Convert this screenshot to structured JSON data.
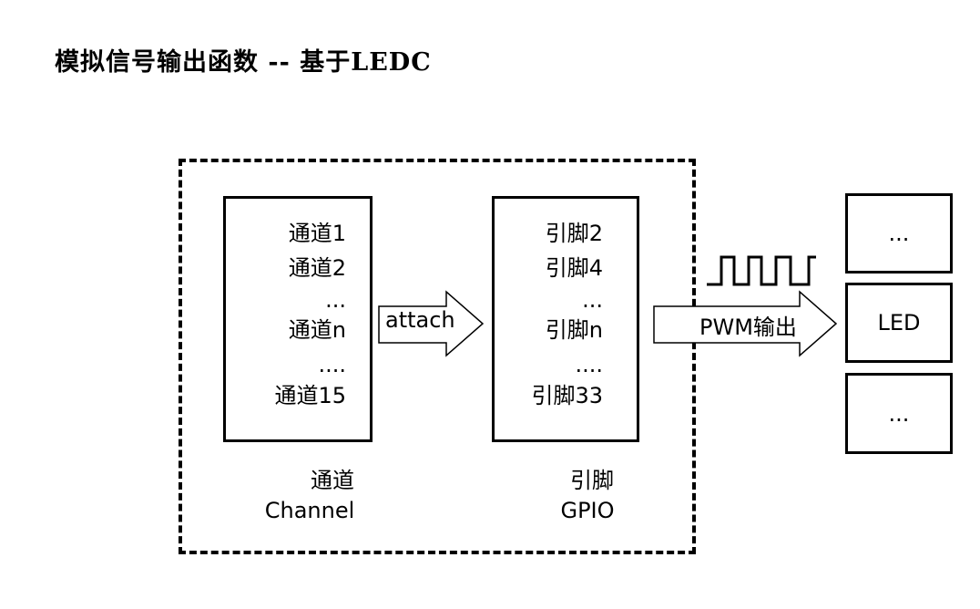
{
  "title": "模拟信号输出函数 -- 基于LEDC",
  "channel_box": {
    "lines": [
      "通道1",
      "通道2",
      "...",
      "通道n",
      "....",
      "通道15"
    ],
    "label_cn": "通道",
    "label_en": "Channel"
  },
  "attach_label": "attach",
  "gpio_box": {
    "lines": [
      "引脚2",
      "引脚4",
      "...",
      "引脚n",
      "....",
      "引脚33"
    ],
    "label_cn": "引脚",
    "label_en": "GPIO"
  },
  "pwm_label": "PWM输出",
  "led_boxes": [
    "...",
    "LED",
    "..."
  ]
}
